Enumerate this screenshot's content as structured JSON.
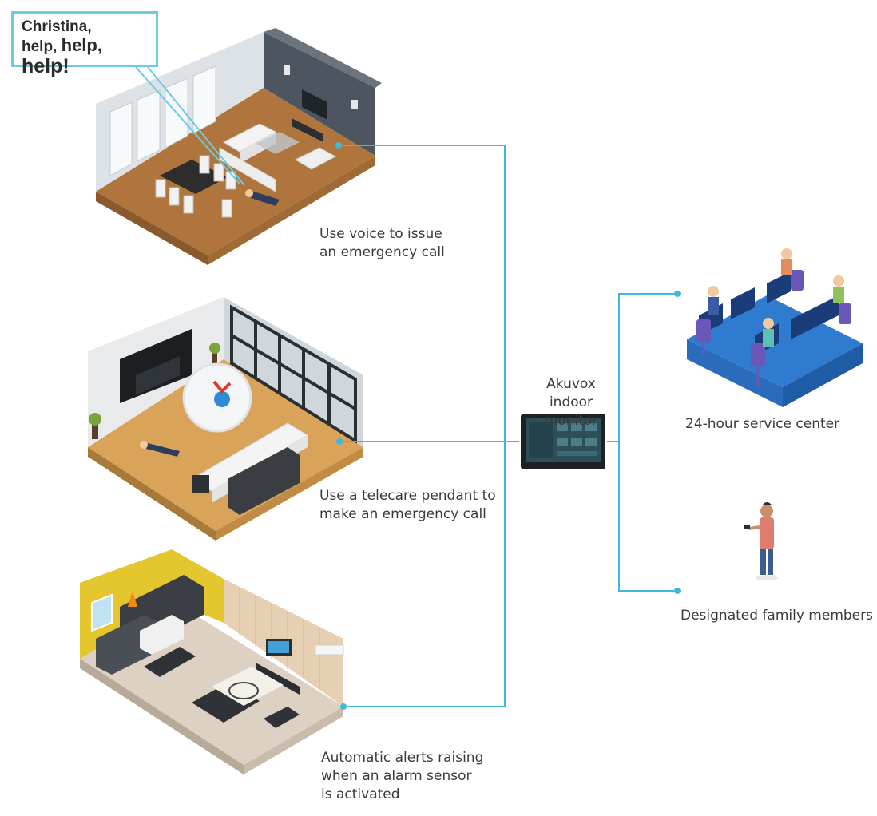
{
  "bubble": {
    "line1": "Christina,",
    "line2_small": "help, ",
    "line2_mid": "help, ",
    "line2_big": "help!"
  },
  "labels": {
    "voice": "Use voice to issue\nan emergency call",
    "pendant": "Use a telecare pendant to\nmake an emergency call",
    "sensor": "Automatic alerts raising\nwhen an alarm sensor\nis activated",
    "monitor": "Akuvox\nindoor monitor",
    "service": "24-hour service center",
    "family": "Designated family members"
  },
  "colors": {
    "connector": "#3fb8e0",
    "bubble_border": "#6ec9e6"
  }
}
